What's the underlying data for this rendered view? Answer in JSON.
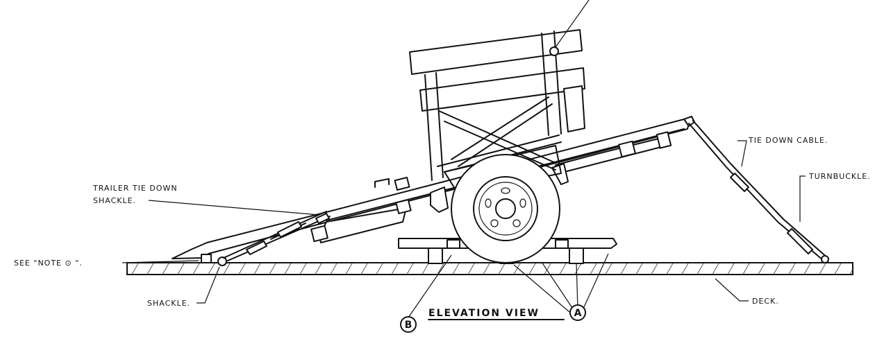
{
  "labels": {
    "trailer_tie_down_shackle_1": "TRAILER TIE DOWN",
    "trailer_tie_down_shackle_2": "SHACKLE.",
    "see_note": "SEE \"NOTE ⊙ \".",
    "shackle": "SHACKLE.",
    "tie_down_cable": "TIE DOWN CABLE.",
    "turnbuckle": "TURNBUCKLE.",
    "deck": "DECK.",
    "elevation_view": "ELEVATION VIEW",
    "callout_a": "A",
    "callout_b": "B"
  }
}
